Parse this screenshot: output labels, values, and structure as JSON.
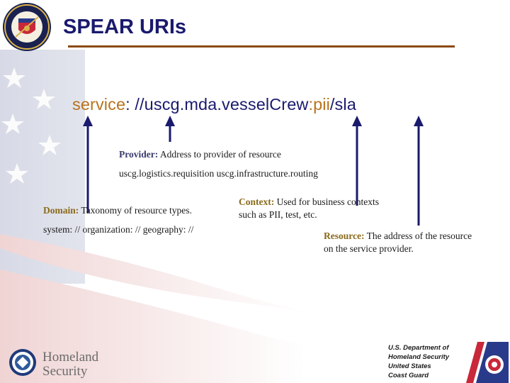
{
  "title": "SPEAR URIs",
  "uri": {
    "scheme": "service",
    "sep1": ": //",
    "provider": "uscg.mda.vesselCrew",
    "sep2": ":",
    "context": "pii",
    "sep3": "/",
    "resource": "sla"
  },
  "provider_note": {
    "key": "Provider:",
    "text": "Address to provider of resource",
    "examples": "uscg.logistics.requisition  uscg.infrastructure.routing"
  },
  "domain_note": {
    "key": "Domain:",
    "text": "Taxonomy of resource types.",
    "examples": "system: //  organization: //  geography: //"
  },
  "context_note": {
    "key": "Context:",
    "text": "Used for business contexts",
    "line2": "such as PII, test, etc."
  },
  "resource_note": {
    "key": "Resource:",
    "text": "The address of the resource",
    "line2": "on the service provider."
  },
  "footer": {
    "dhs_line1": "Homeland",
    "dhs_line2": "Security",
    "cg_line1": "U.S. Department of",
    "cg_line2": "Homeland Security",
    "cg_line3": "United States",
    "cg_line4": "Coast Guard"
  },
  "colors": {
    "navy": "#1a1a6e",
    "gold": "#b8731d",
    "rule": "#8a4a12"
  }
}
